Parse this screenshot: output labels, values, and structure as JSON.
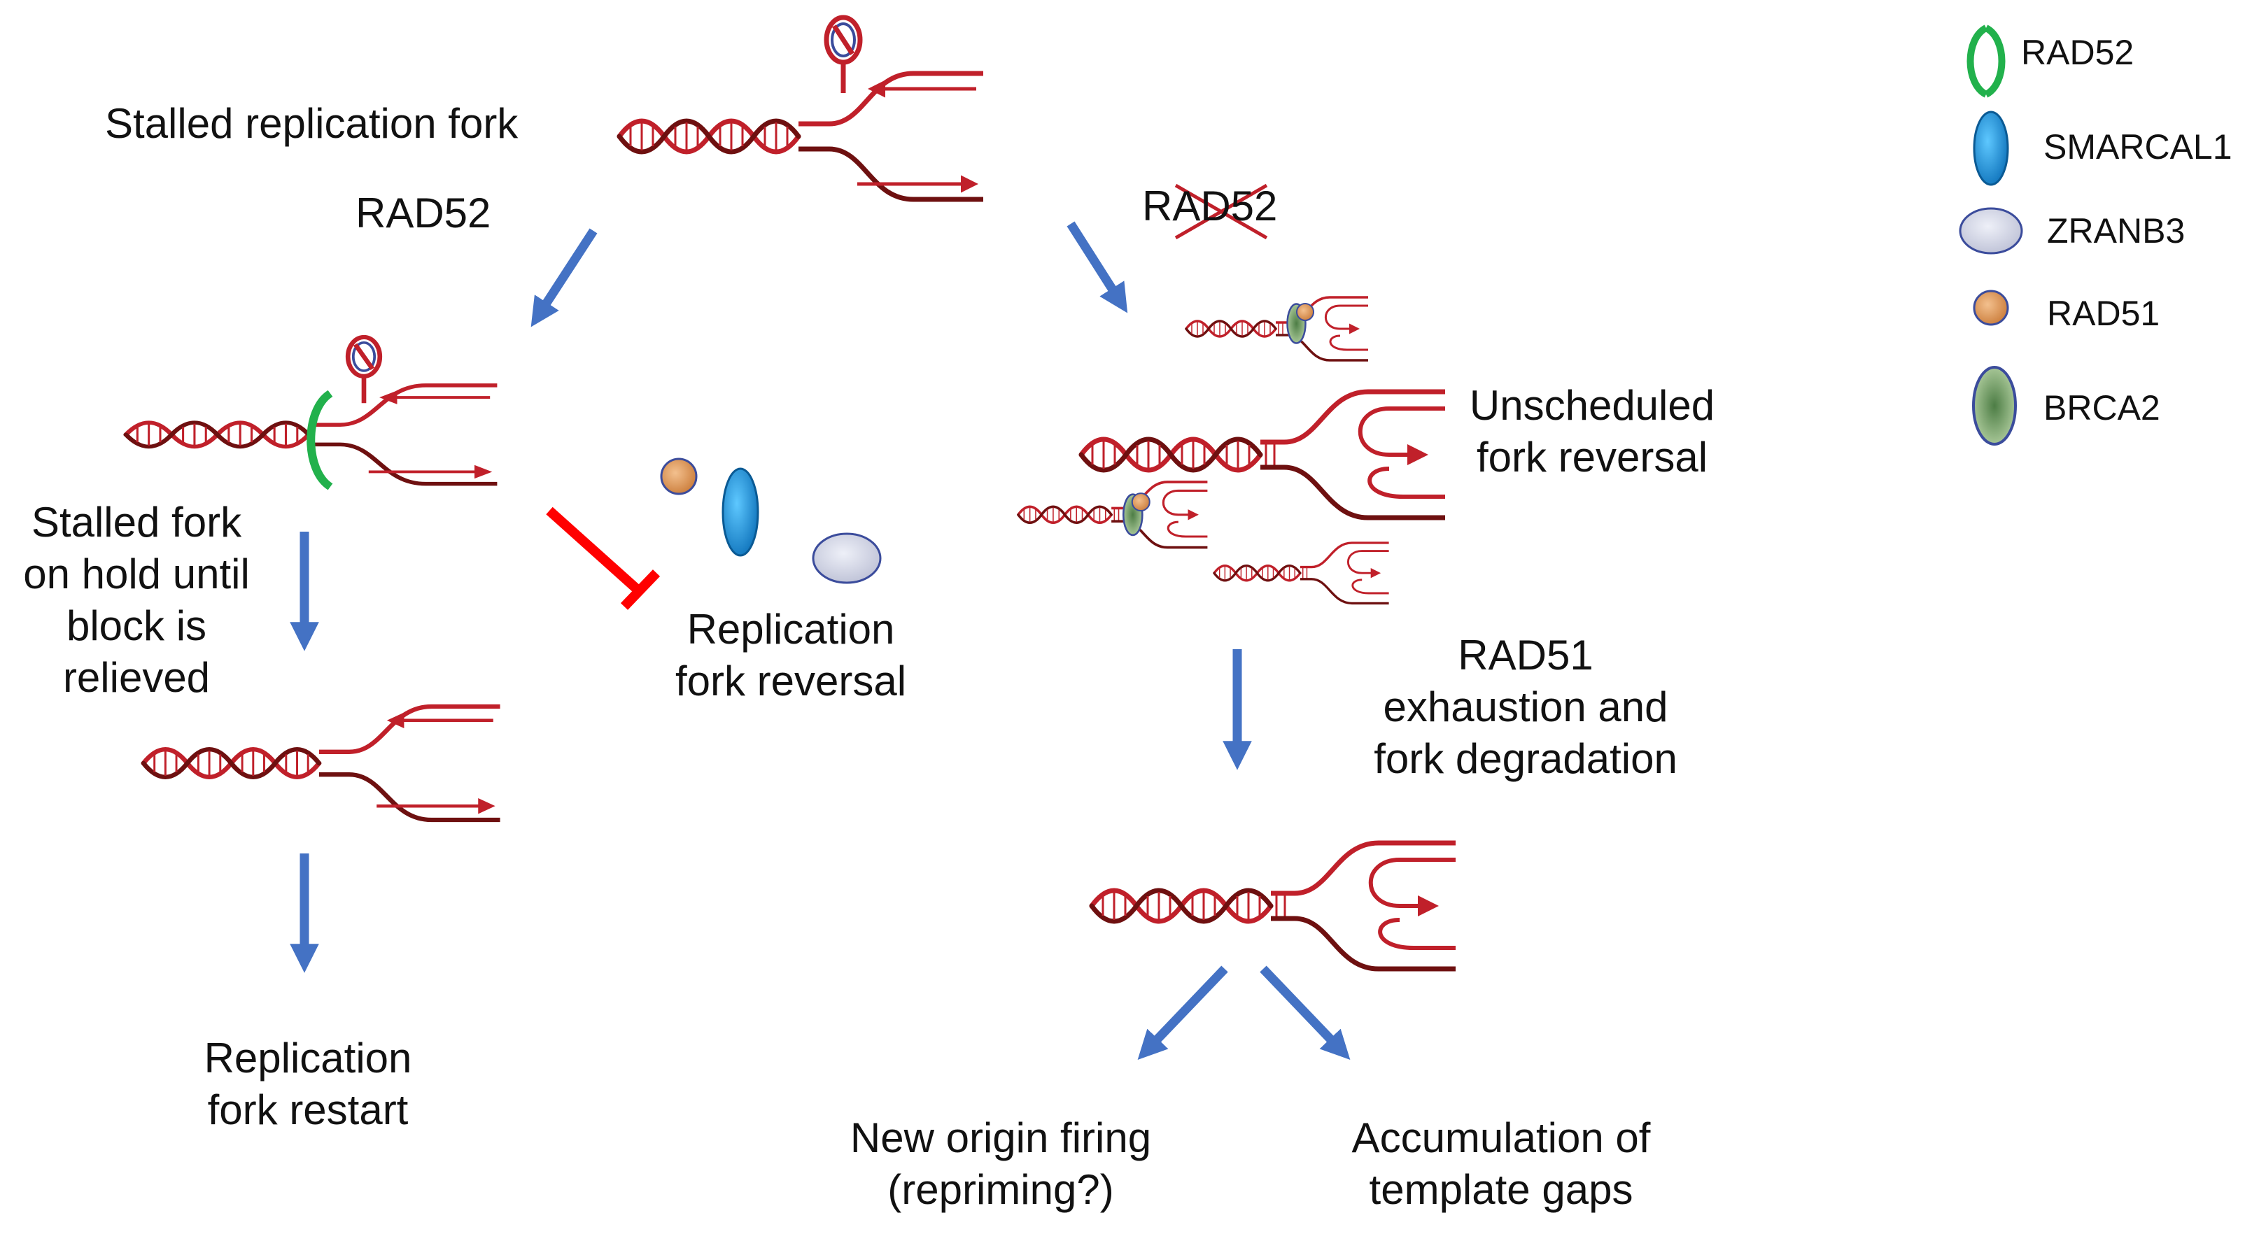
{
  "labels": {
    "stalled_fork": "Stalled replication fork",
    "rad52": "RAD52",
    "rad52_crossed": "RAD52",
    "stalled_on_hold": [
      "Stalled fork",
      "on hold until",
      "block is",
      "relieved"
    ],
    "fork_restart": [
      "Replication",
      "fork restart"
    ],
    "fork_reversal": [
      "Replication",
      "fork reversal"
    ],
    "unscheduled": [
      "Unscheduled",
      "fork reversal"
    ],
    "exhaustion": [
      "RAD51",
      "exhaustion and",
      "fork degradation"
    ],
    "new_origin": [
      "New origin firing",
      "(repriming?)"
    ],
    "accumulation": [
      "Accumulation of",
      "template gaps"
    ]
  },
  "legend": [
    {
      "label": "RAD52",
      "icon": "rad52-ring-icon",
      "color": "#22b14c"
    },
    {
      "label": "SMARCAL1",
      "icon": "smarcal1-oval-icon",
      "color": "#1a8fd6"
    },
    {
      "label": "ZRANB3",
      "icon": "zranb3-oval-icon",
      "color": "#c9cde2"
    },
    {
      "label": "RAD51",
      "icon": "rad51-ball-icon",
      "color": "#e09a5c"
    },
    {
      "label": "BRCA2",
      "icon": "brca2-oval-icon",
      "color": "#8fb67a"
    }
  ],
  "colors": {
    "dna": "#c0202a",
    "dna_dark": "#6e1010",
    "arrow": "#4472c4",
    "inhibit": "#ff0000"
  }
}
